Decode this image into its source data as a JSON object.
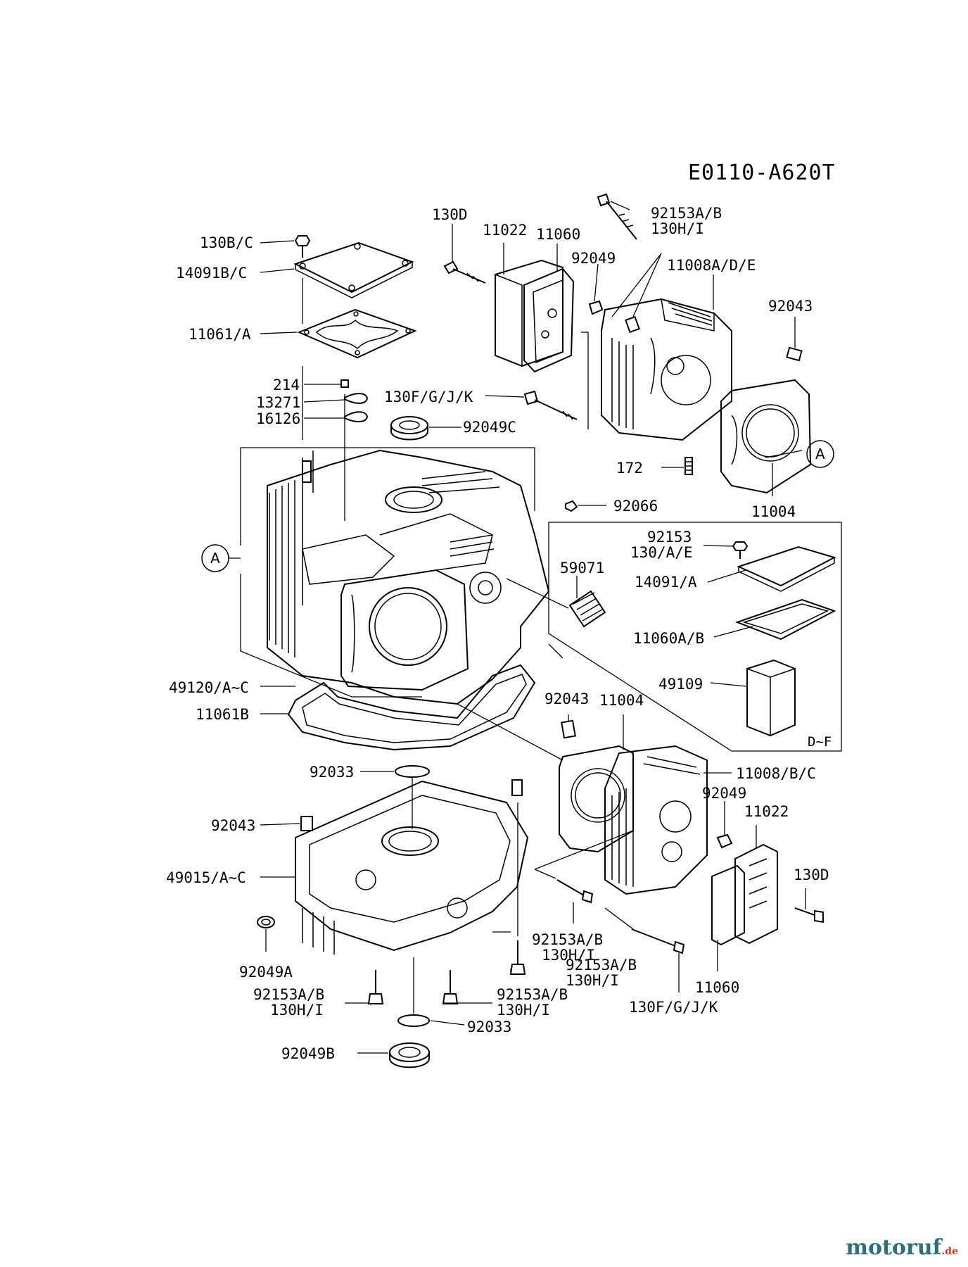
{
  "diagram": {
    "code": "E0110-A620T",
    "callouts": [
      "A",
      "A"
    ],
    "labels": {
      "l130BC": "130B/C",
      "l14091BC": "14091B/C",
      "l11061A": "11061/A",
      "l214": "214",
      "l13271": "13271",
      "l16126": "16126",
      "l130D_top": "130D",
      "l11022_top": "11022",
      "l11060_top": "11060",
      "l92153AB_top_1": "92153A/B",
      "l92153AB_top_2": "130H/I",
      "l92049_top": "92049",
      "l11008ADE": "11008A/D/E",
      "l92043_top": "92043",
      "l130FGJK_top": "130F/G/J/K",
      "l92049C": "92049C",
      "l172": "172",
      "l11004_top": "11004",
      "l92066": "92066",
      "l59071": "59071",
      "l49120": "49120/A~C",
      "l11061B": "11061B",
      "l92153_box_1": "92153",
      "l92153_box_2": "130/A/E",
      "l14091A": "14091/A",
      "l11060AB": "11060A/B",
      "l49109": "49109",
      "lDF": "D~F",
      "l92043_mid": "92043",
      "l11004_mid": "11004",
      "l11008BC": "11008/B/C",
      "l92033_top": "92033",
      "l92049_mid": "92049",
      "l11022_mid": "11022",
      "l92043_left": "92043",
      "l49015": "49015/A~C",
      "l130D_mid": "130D",
      "l92049A": "92049A",
      "l92153AB_c_1": "92153A/B",
      "l92153AB_c_2": "130H/I",
      "l92153AB_d_1": "92153A/B",
      "l92153AB_d_2": "130H/I",
      "l92153AB_a_1": "92153A/B",
      "l92153AB_a_2": "130H/I",
      "l92153AB_b_1": "92153A/B",
      "l92153AB_b_2": "130H/I",
      "l11060_mid": "11060",
      "l130FGJK_mid": "130F/G/J/K",
      "l92033_bot": "92033",
      "l92049B": "92049B"
    }
  },
  "watermark": {
    "brand": "motoruf",
    "tld": ".de",
    "color": "#2f6f7a",
    "tld_color": "#c0392b"
  }
}
